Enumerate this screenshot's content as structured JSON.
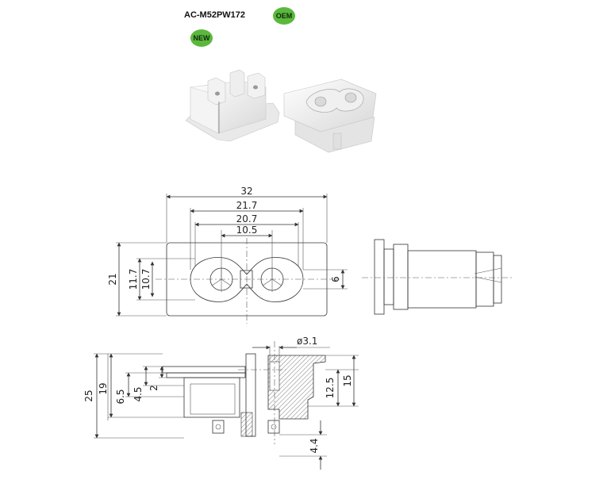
{
  "header": {
    "model": "AC-M52PW172",
    "badges": {
      "oem": "OEM",
      "new": "NEW"
    },
    "badge_color": "#5cb83c"
  },
  "front_view": {
    "dims": {
      "overall_width": "32",
      "contact_span": "21.7",
      "cavity_span": "20.7",
      "pin_pitch": "10.5",
      "height": "21",
      "cavity_height": "11.7",
      "inner_height": "10.7",
      "pin_dia": "6"
    }
  },
  "bottom_view": {
    "dims": {
      "overall": "25",
      "body": "19",
      "depth_a": "6.5",
      "depth_b": "4.5",
      "depth_c": "2",
      "hole": "ø3.1",
      "terminal": "12.5",
      "total": "15",
      "pin_len": "4.4"
    }
  }
}
